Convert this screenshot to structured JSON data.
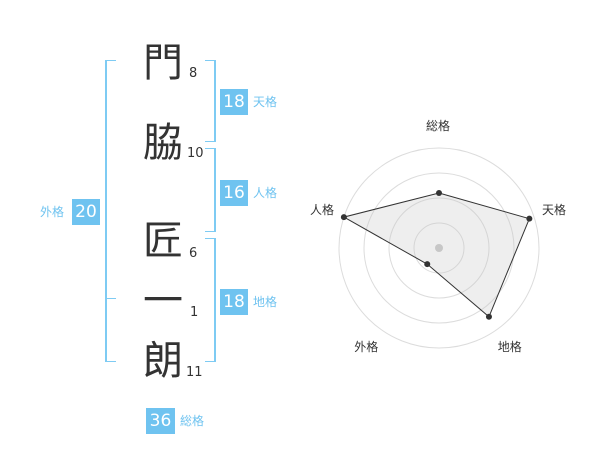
{
  "name_chars": [
    {
      "char": "門",
      "strokes": "8"
    },
    {
      "char": "脇",
      "strokes": "10"
    },
    {
      "char": "匠",
      "strokes": "6"
    },
    {
      "char": "一",
      "strokes": "1"
    },
    {
      "char": "朗",
      "strokes": "11"
    }
  ],
  "kakusu": {
    "tenkaku": {
      "value": "18",
      "label": "天格"
    },
    "jinkaku": {
      "value": "16",
      "label": "人格"
    },
    "chikaku": {
      "value": "18",
      "label": "地格"
    },
    "gaikaku": {
      "value": "20",
      "label": "外格"
    },
    "soukaku": {
      "value": "36",
      "label": "総格"
    }
  },
  "colors": {
    "accent": "#6fc3f0",
    "bracket": "#7ecbf3",
    "text": "#333333"
  },
  "chart_data": {
    "type": "radar",
    "axes": [
      "総格",
      "天格",
      "地格",
      "外格",
      "人格"
    ],
    "values": [
      0.55,
      0.95,
      0.85,
      0.2,
      1.0
    ],
    "rings": 4
  }
}
